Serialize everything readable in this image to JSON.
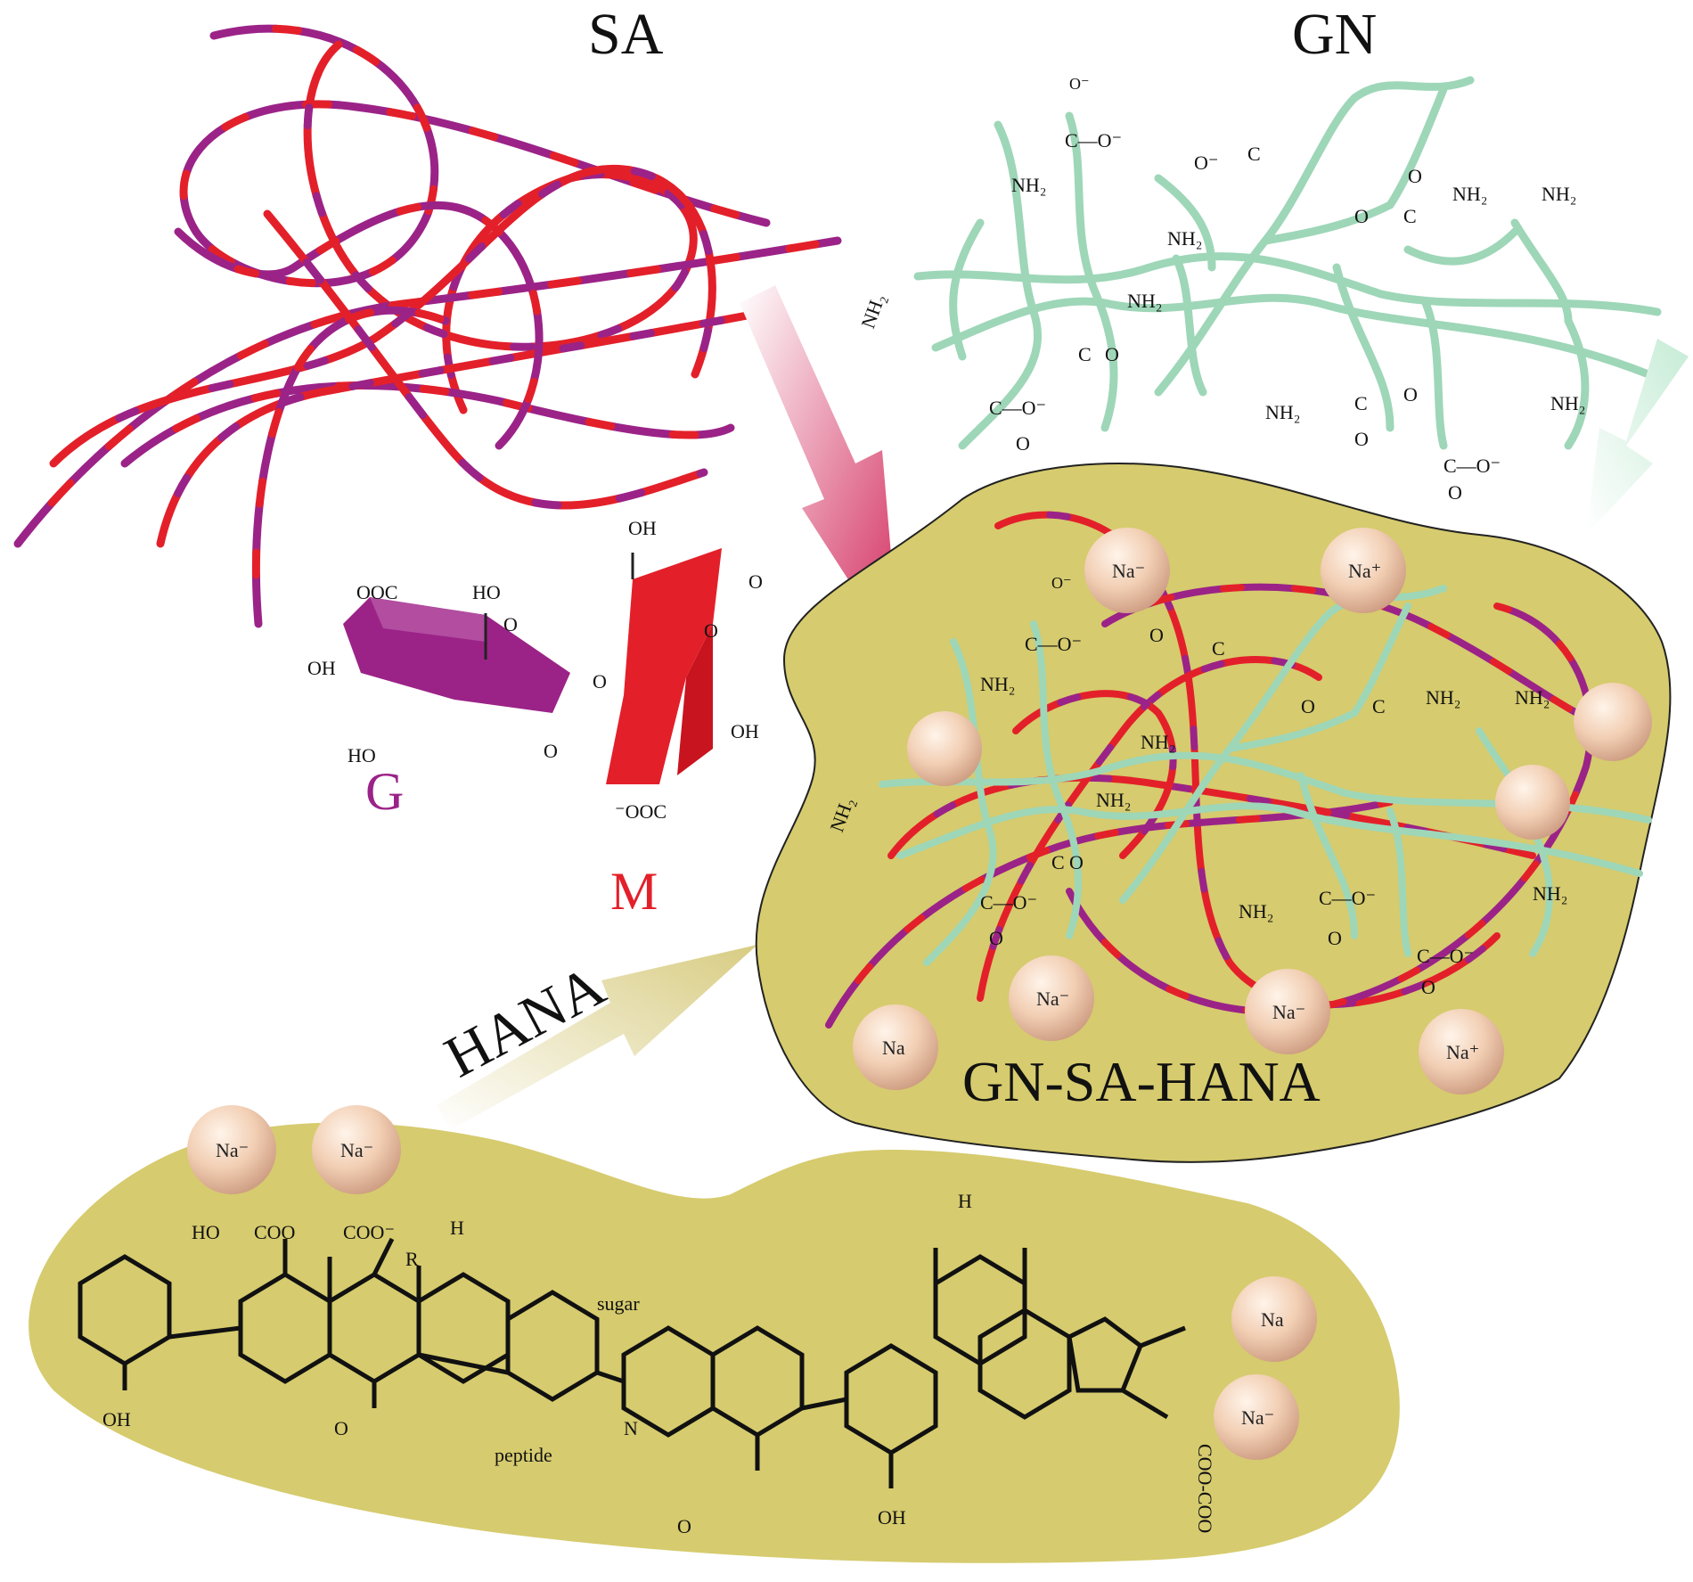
{
  "labels": {
    "sa": "SA",
    "gn": "GN",
    "g_unit": "G",
    "m_unit": "M",
    "hana": "HANA",
    "composite": "GN-SA-HANA"
  },
  "chem_groups": {
    "nh2": "NH₂",
    "coo_minus": "C—O⁻",
    "o_minus": "O⁻",
    "c": "C",
    "o": "O",
    "oh": "OH",
    "ho": "HO",
    "ooc": "OOC",
    "ooc_minus": "⁻OOC",
    "coo": "COO",
    "coo_neg": "COO⁻",
    "h": "H",
    "r": "R",
    "sugar": "sugar",
    "peptide": "peptide",
    "n": "N",
    "coo_coo": "COO-COO"
  },
  "ions": {
    "na": "Na",
    "na_plus": "Na⁺",
    "na_minus": "Na⁻"
  },
  "colors": {
    "guluronate": "#9b2387",
    "mannuronate": "#e3202a",
    "gelatin": "#9ed6b8",
    "matrix": "#d6cb6e",
    "text": "#111111"
  }
}
